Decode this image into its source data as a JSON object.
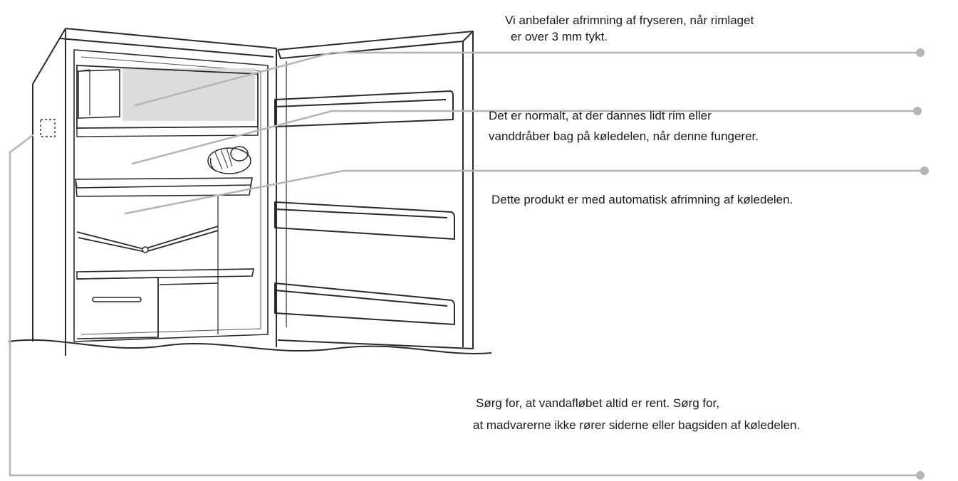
{
  "notes": {
    "freezer": {
      "line1": "Vi anbefaler afrimning af fryseren, når rimlaget",
      "line2": "er over 3 mm tykt."
    },
    "frost": {
      "line1": "Det er normalt, at der dannes lidt rim eller",
      "line2": "vanddråber bag på køledelen, når denne fungerer."
    },
    "auto_defrost": {
      "line1": "Dette produkt er med automatisk afrimning af køledelen."
    },
    "drain": {
      "line1": "Sørg for, at vandafløbet altid er rent. Sørg for,",
      "line2": "at madvarerne ikke rører siderne eller bagsiden af køledelen."
    }
  },
  "colors": {
    "leader_line": "#b5b5b5",
    "drawing_stroke": "#2a2a2a",
    "freezer_frost": "#d9d9d9"
  },
  "icons": {
    "callout_end": "circle-dot",
    "light_bulb": "lamp-icon"
  }
}
